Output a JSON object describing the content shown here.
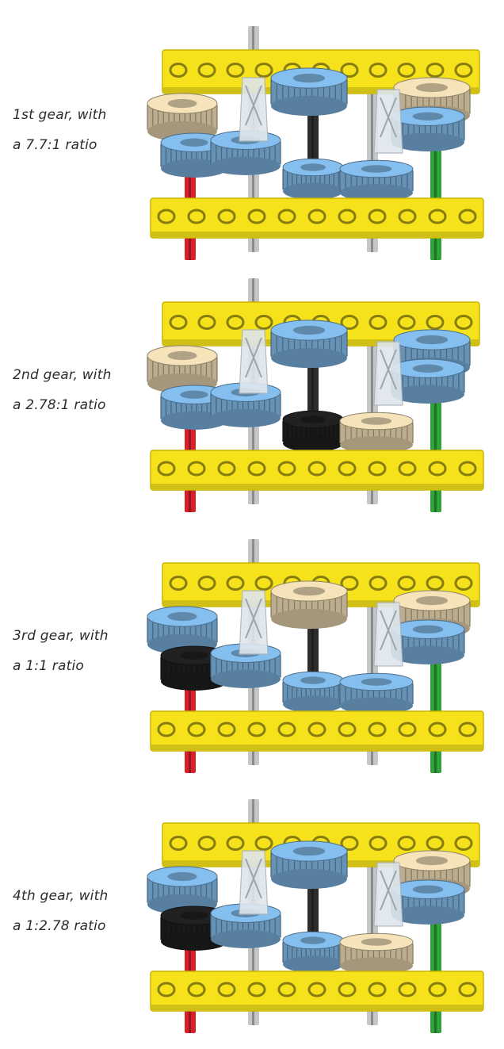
{
  "panels": [
    {
      "caption_line1": "1st gear, with",
      "caption_line2": "a 7.7:1 ratio",
      "gears": {
        "left_upper": "tan",
        "left_lower": "blue",
        "mid_upper": "blue",
        "mid_lower": "blue",
        "right_lower": "blue",
        "right_upper": "tan"
      }
    },
    {
      "caption_line1": "2nd gear, with",
      "caption_line2": "a 2.78:1 ratio",
      "gears": {
        "left_upper": "tan",
        "left_lower": "blue",
        "mid_upper": "blue",
        "mid_lower": "black",
        "right_lower": "tan",
        "right_upper": "blue"
      }
    },
    {
      "caption_line1": "3rd gear, with",
      "caption_line2": "a 1:1 ratio",
      "gears": {
        "left_upper": "blue",
        "left_lower": "black",
        "mid_upper": "tan",
        "mid_lower": "blue",
        "right_lower": "blue",
        "right_upper": "tan"
      }
    },
    {
      "caption_line1": "4th gear, with",
      "caption_line2": "a 1:2.78 ratio",
      "gears": {
        "left_upper": "blue",
        "left_lower": "black",
        "mid_upper": "blue",
        "mid_lower": "blue",
        "right_lower": "tan",
        "right_upper": "tan"
      }
    }
  ],
  "colors": {
    "beam_yellow": "#f5e21a",
    "beam_edge": "#c9b400",
    "axle_red": "#d8202a",
    "axle_green": "#2fa33a",
    "axle_grey": "#c4c6c8",
    "axle_black": "#2c2c2c",
    "gear_blue": "#7fb6e4",
    "gear_tan": "#ead8b0",
    "gear_black": "#1f1f1f",
    "clutch_clear": "#dfe6ec"
  }
}
